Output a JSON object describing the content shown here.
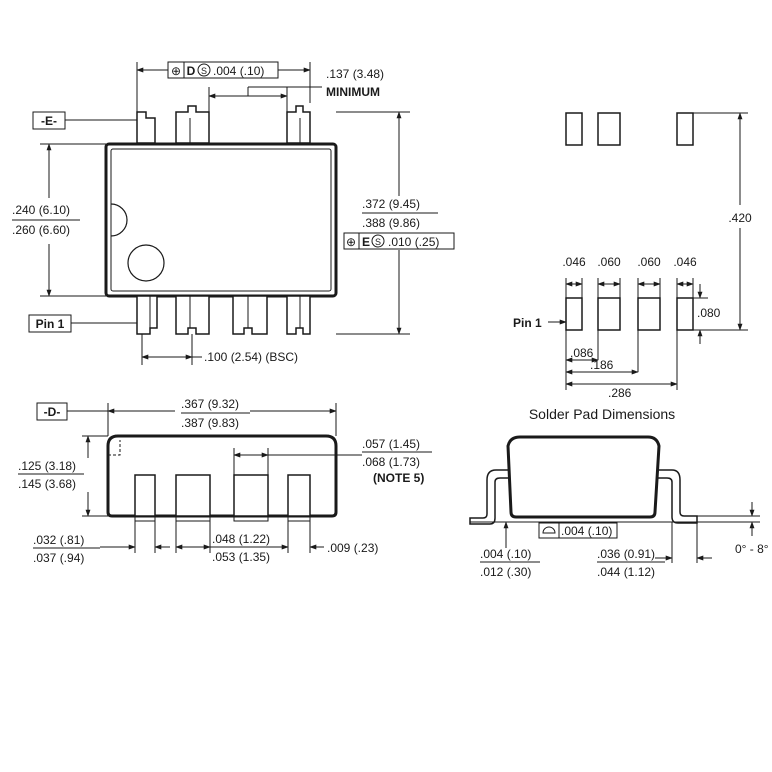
{
  "top_view": {
    "datum_e": "-E-",
    "fcf_top": {
      "symbol": "⊕",
      "datum": "D",
      "modifier": "S",
      "value": ".004 (.10)"
    },
    "lead_min_value": ".137 (3.48)",
    "lead_min_label": "MINIMUM",
    "width_min": ".240 (6.10)",
    "width_max": ".260 (6.60)",
    "overall_min": ".372 (9.45)",
    "overall_max": ".388 (9.86)",
    "fcf_right": {
      "symbol": "⊕",
      "datum": "E",
      "modifier": "S",
      "value": ".010 (.25)"
    },
    "pin1_label": "Pin 1",
    "pitch": ".100 (2.54) (BSC)"
  },
  "side_view": {
    "datum_d": "-D-",
    "length_min": ".367 (9.32)",
    "length_max": ".387 (9.83)",
    "height_min": ".125 (3.18)",
    "height_max": ".145 (3.68)",
    "shoulder_min": ".057 (1.45)",
    "shoulder_max": ".068 (1.73)",
    "shoulder_note": "(NOTE 5)",
    "end_min": ".032 (.81)",
    "end_max": ".037 (.94)",
    "lead_w_min": ".048 (1.22)",
    "lead_w_max": ".053 (1.35)",
    "gap": ".009 (.23)"
  },
  "solder_pad": {
    "title": "Solder Pad Dimensions",
    "pin1_label": "Pin 1",
    "height_overall": ".420",
    "w1": ".046",
    "w2": ".060",
    "w3": ".060",
    "w4": ".046",
    "pad_height": ".080",
    "p1": ".086",
    "p2": ".186",
    "p3": ".286"
  },
  "end_view": {
    "coplanarity": ".004 (.10)",
    "standoff_min": ".004 (.10)",
    "standoff_max": ".012 (.30)",
    "foot_min": ".036 (0.91)",
    "foot_max": ".044 (1.12)",
    "angle": "0° - 8°"
  }
}
